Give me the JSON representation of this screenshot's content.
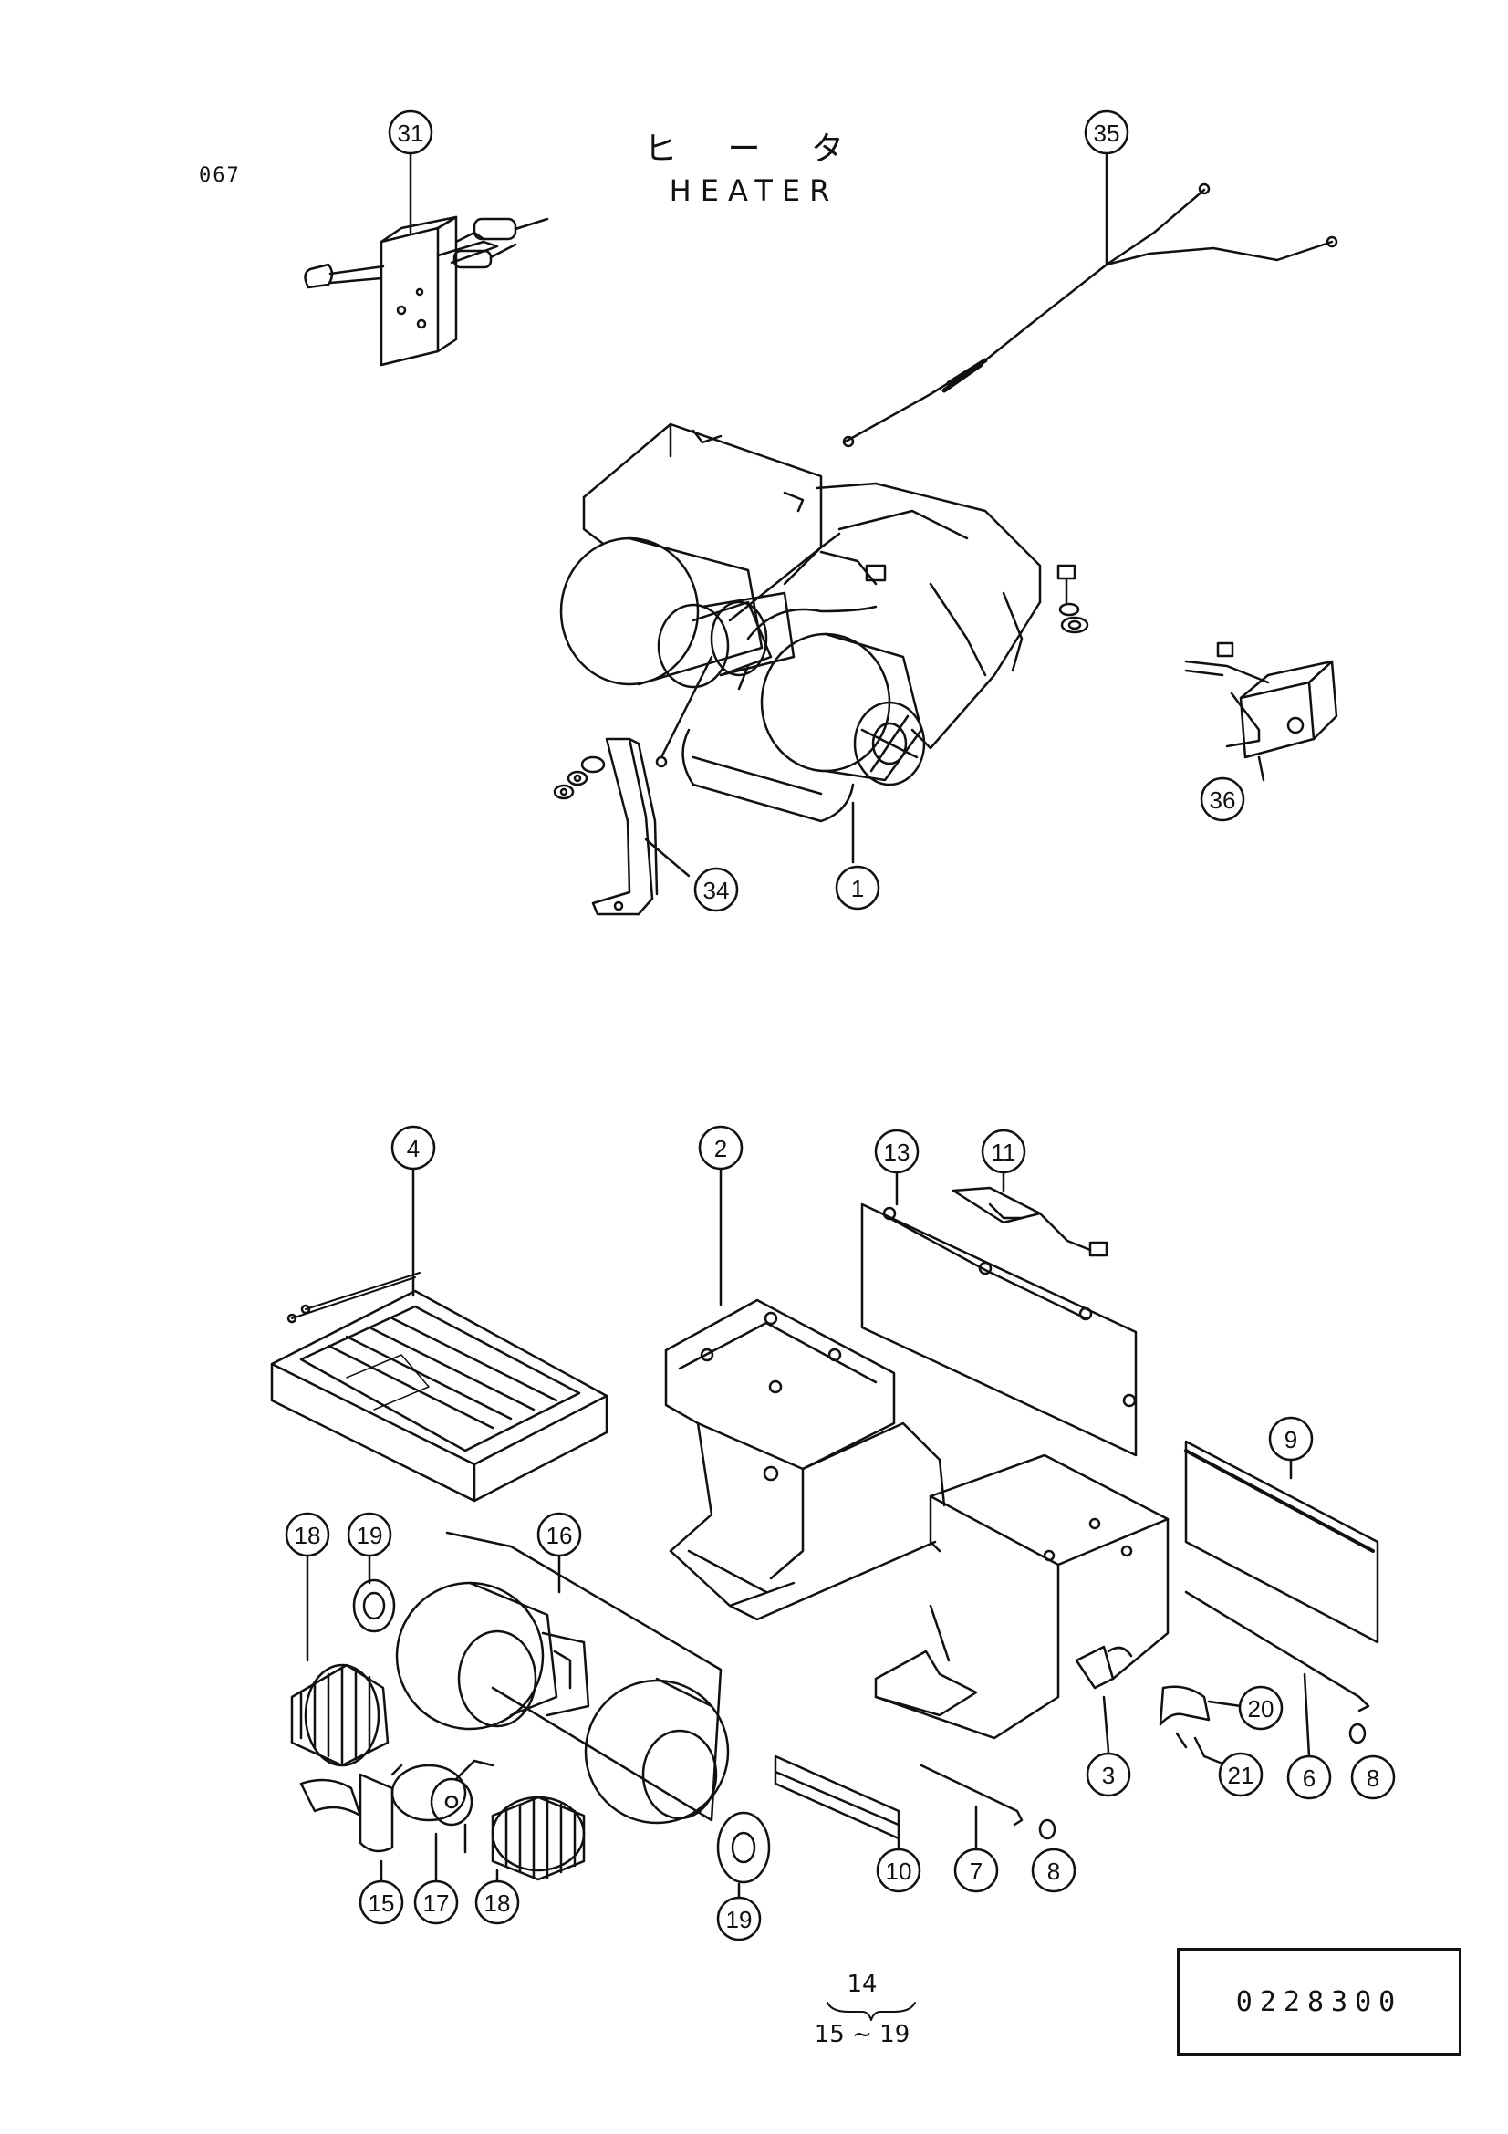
{
  "page": {
    "number": "067"
  },
  "title": {
    "japanese": "ヒ ー タ",
    "english": "HEATER"
  },
  "callouts": {
    "c1": "1",
    "c2": "2",
    "c3": "3",
    "c4": "4",
    "c6": "6",
    "c7": "7",
    "c8a": "8",
    "c8b": "8",
    "c9": "9",
    "c10": "10",
    "c11": "11",
    "c13": "13",
    "c15": "15",
    "c16": "16",
    "c17": "17",
    "c18a": "18",
    "c18b": "18",
    "c19a": "19",
    "c19b": "19",
    "c20": "20",
    "c21": "21",
    "c31": "31",
    "c34": "34",
    "c35": "35",
    "c36": "36"
  },
  "reference": {
    "top": "14",
    "bottom": "15 ~ 19"
  },
  "drawing_code": "0228300"
}
